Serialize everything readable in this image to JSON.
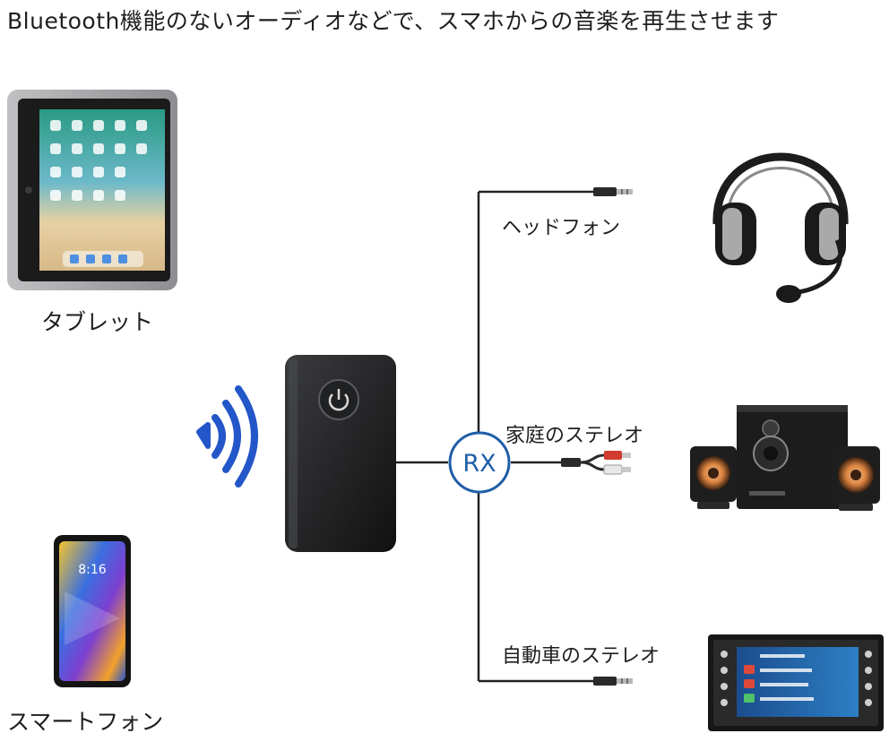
{
  "heading": "Bluetooth機能のないオーディオなどで、スマホからの音楽を再生させます",
  "sources": {
    "tablet": {
      "label": "タブレット"
    },
    "smartphone": {
      "label": "スマートフォン",
      "clock": "8:16"
    }
  },
  "receiver": {
    "mode_label": "RX"
  },
  "outputs": {
    "headphones": {
      "label": "ヘッドフォン"
    },
    "home_stereo": {
      "label": "家庭のステレオ"
    },
    "car_stereo": {
      "label": "自動車のステレオ"
    }
  },
  "colors": {
    "wave_blue": "#2356c8",
    "line": "#222222",
    "rx_blue": "#1f5ea8"
  }
}
